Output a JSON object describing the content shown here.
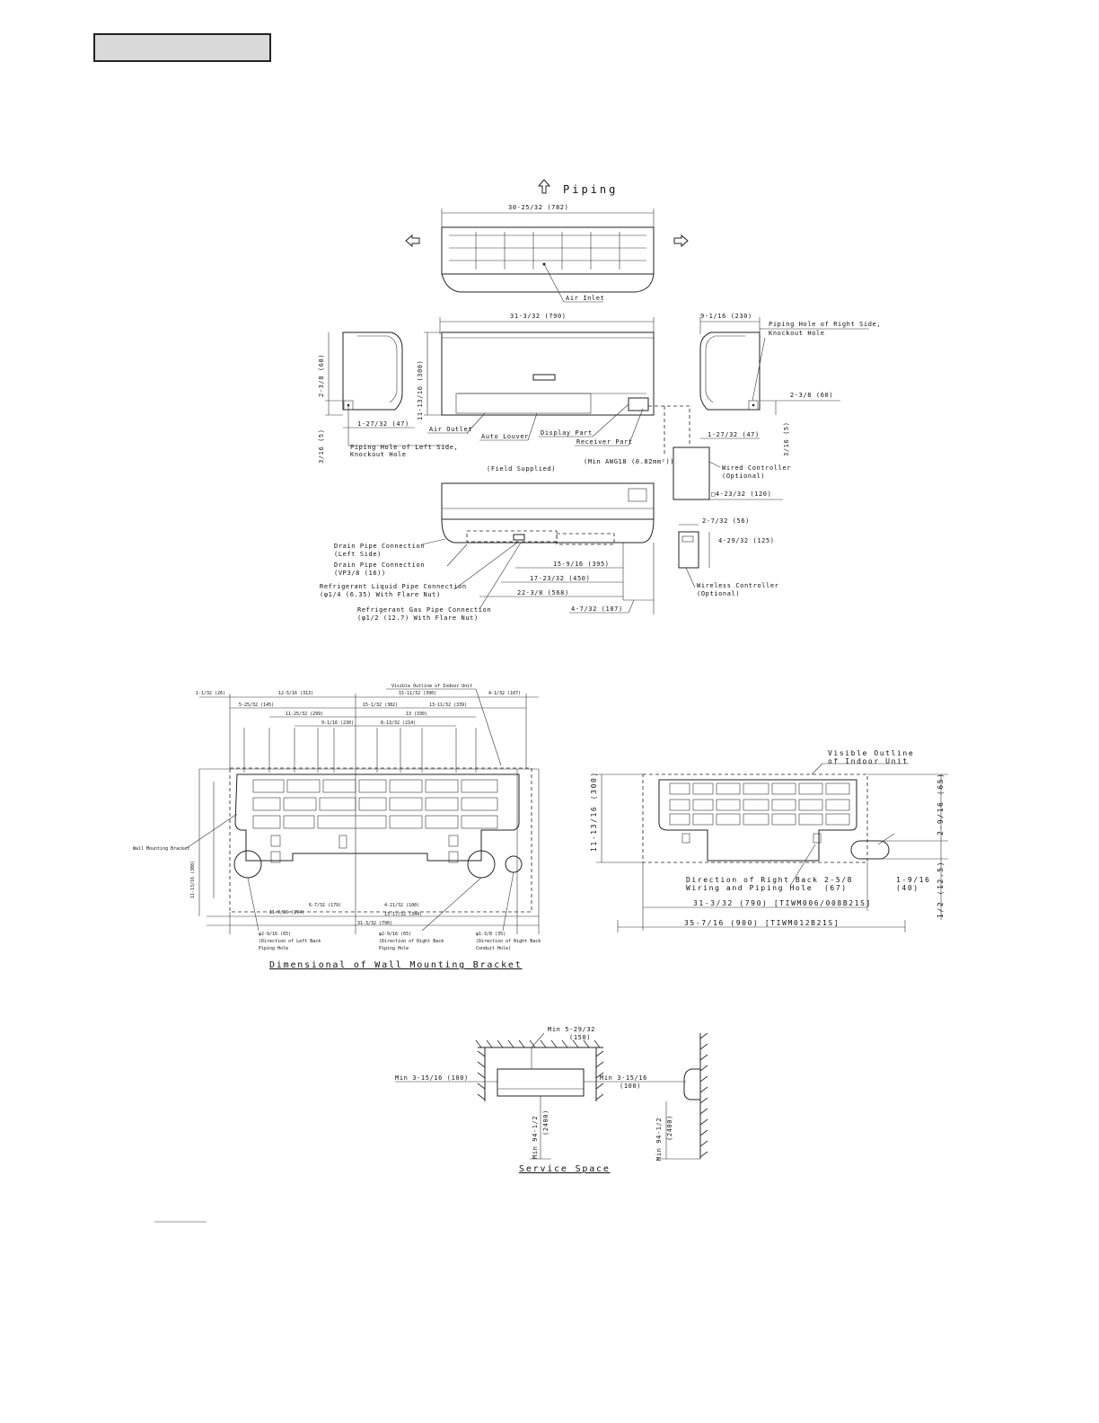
{
  "header": {
    "label": ""
  },
  "top_view": {
    "piping": "Piping",
    "width": "30-25/32 (782)",
    "air_inlet": "Air Inlet"
  },
  "front_view": {
    "width": "31-3/32 (790)",
    "height": "11-13/16 (300)",
    "side_depth": "9-1/16 (230)",
    "left_h1": "2-3/8 (60)",
    "left_h2": "3/16 (5)",
    "left_w": "1-27/32 (47)",
    "left_hole": "Piping Hole of Left Side,",
    "left_hole2": "Knockout Hole",
    "right_hole": "Piping Hole of Right Side,",
    "right_hole2": "Knockout Hole",
    "right_h1": "2-3/8 (60)",
    "right_w": "1-27/32 (47)",
    "right_h2": "3/16 (5)",
    "air_outlet": "Air Outlet",
    "auto_louver": "Auto Louver",
    "display_part": "Display Part",
    "receiver_part": "Receiver Part",
    "wire": "(Min AWG18 (0.82mm²))",
    "field_supplied": "(Field Supplied)",
    "wired_ctrl": "Wired Controller",
    "wired_opt": "(Optional)",
    "wired_size": "□4-23/32 (120)"
  },
  "bottom_view": {
    "drain_left": "Drain Pipe Connection",
    "drain_left2": "(Left Side)",
    "drain": "Drain Pipe Connection",
    "drain2": "(VP3/8 (16))",
    "liquid": "Refrigerant Liquid Pipe Connection",
    "liquid2": "(φ1/4 (6.35) With Flare Nut)",
    "gas": "Refrigerant Gas Pipe Connection",
    "gas2": "(φ1/2 (12.7) With Flare Nut)",
    "d1": "15-9/16 (395)",
    "d2": "17-23/32 (450)",
    "d3": "22-3/8 (568)",
    "d4": "4-7/32 (107)",
    "wl_w": "2-7/32 (56)",
    "wl_h": "4-29/32 (125)",
    "wireless": "Wireless Controller",
    "wireless_opt": "(Optional)"
  },
  "bracket": {
    "title": "Dimensional of Wall Mounting Bracket",
    "label": "Wall Mounting Bracket",
    "outline": "Visible Outline of Indoor Unit",
    "top_dims": [
      "1-1/32 (26)",
      "12-5/16 (313)",
      "15-11/32 (390)",
      "4-1/32 (107)"
    ],
    "row2": [
      "5-25/32 (145)",
      "15-1/32 (382)",
      "13-11/32 (339)"
    ],
    "row3": [
      "11-25/32 (299)",
      "13 (330)"
    ],
    "row4": [
      "9-1/16 (230)",
      "8-13/32 (214)"
    ],
    "hole_left": "φ2-9/16 (65)",
    "hole_left2": "(Direction of Left Back",
    "hole_left3": "Piping Hole",
    "hole_mid": "φ2-9/16 (65)",
    "hole_mid2": "(Direction of Right Back",
    "hole_mid3": "Piping Hole",
    "hole_right": "φ1-3/8 (35)",
    "hole_right2": "(Direction of Right Back",
    "hole_right3": "Conduit Hole)",
    "bottom_dims": [
      "11-9/16 (294)",
      "6-7/32 (179)",
      "4-21/32 (100)",
      "13-17/32 (344)",
      "31-3/32 (790)"
    ]
  },
  "right_detail": {
    "outline": "Visible Outline",
    "outline2": "of Indoor Unit",
    "height": "11-13/16 (300)",
    "h65": "2-9/16 (65)",
    "h12": "1/2 (12.5)",
    "direction": "Direction of Right Back",
    "direction2": "Wiring and Piping Hole",
    "d67": "2-5/8",
    "d67b": "(67)",
    "d40": "1-9/16",
    "d40b": "(40)",
    "w790": "31-3/32 (790) [TIWM006/008B21S]",
    "w900": "35-7/16 (900) [TIWM012B21S]"
  },
  "service": {
    "title": "Service Space",
    "top": "Min 5-29/32",
    "top2": "(150)",
    "left": "Min 3-15/16 (100)",
    "right": "Min 3-15/16",
    "right2": "(100)",
    "bottom": "Min 94-1/2",
    "bottom2": "(2400)",
    "side": "Min 94-1/2",
    "side2": "(2400)"
  }
}
